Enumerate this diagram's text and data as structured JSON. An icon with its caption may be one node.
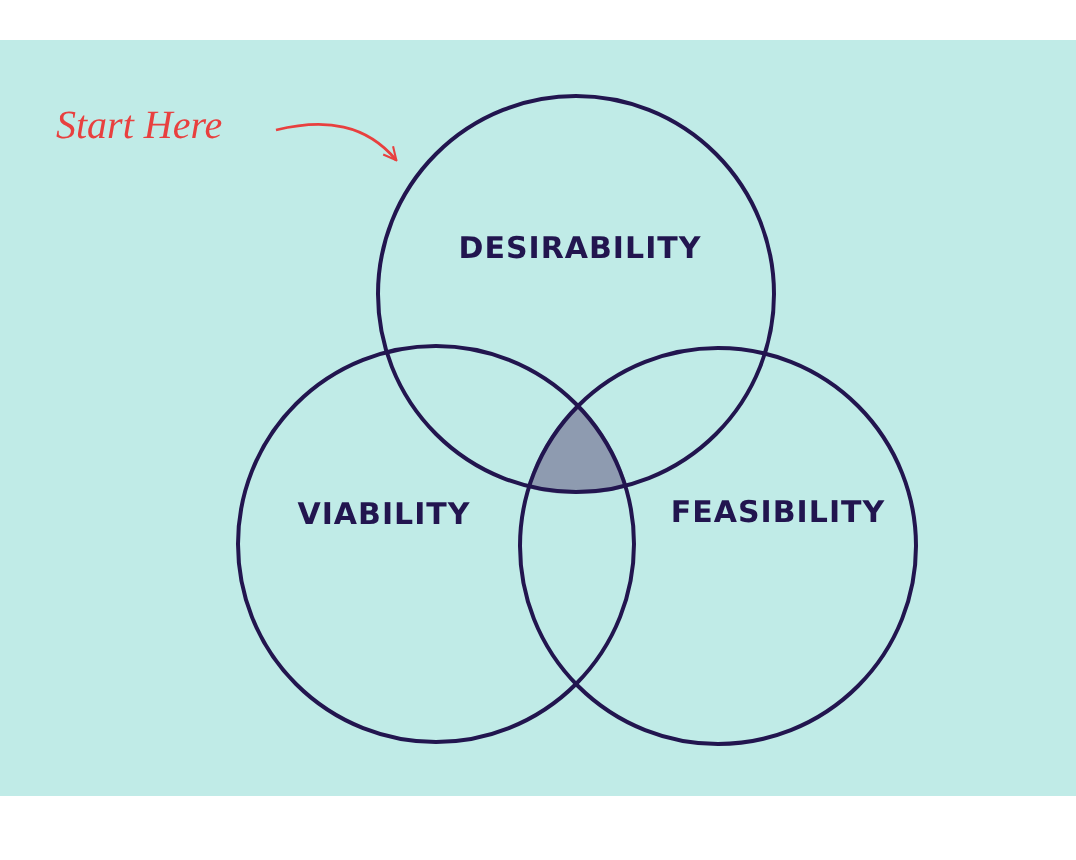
{
  "diagram": {
    "nodes": [
      {
        "text": [
          "Start Here"
        ]
      },
      {
        "text": [
          "DESIRABILITY"
        ]
      },
      {
        "text": [
          "VIABILITY"
        ]
      },
      {
        "text": [
          "FEASIBILITY"
        ]
      }
    ],
    "edges": [
      {
        "from": 0,
        "to": 1,
        "arrow": "to",
        "color": "#e8403f"
      }
    ]
  }
}
